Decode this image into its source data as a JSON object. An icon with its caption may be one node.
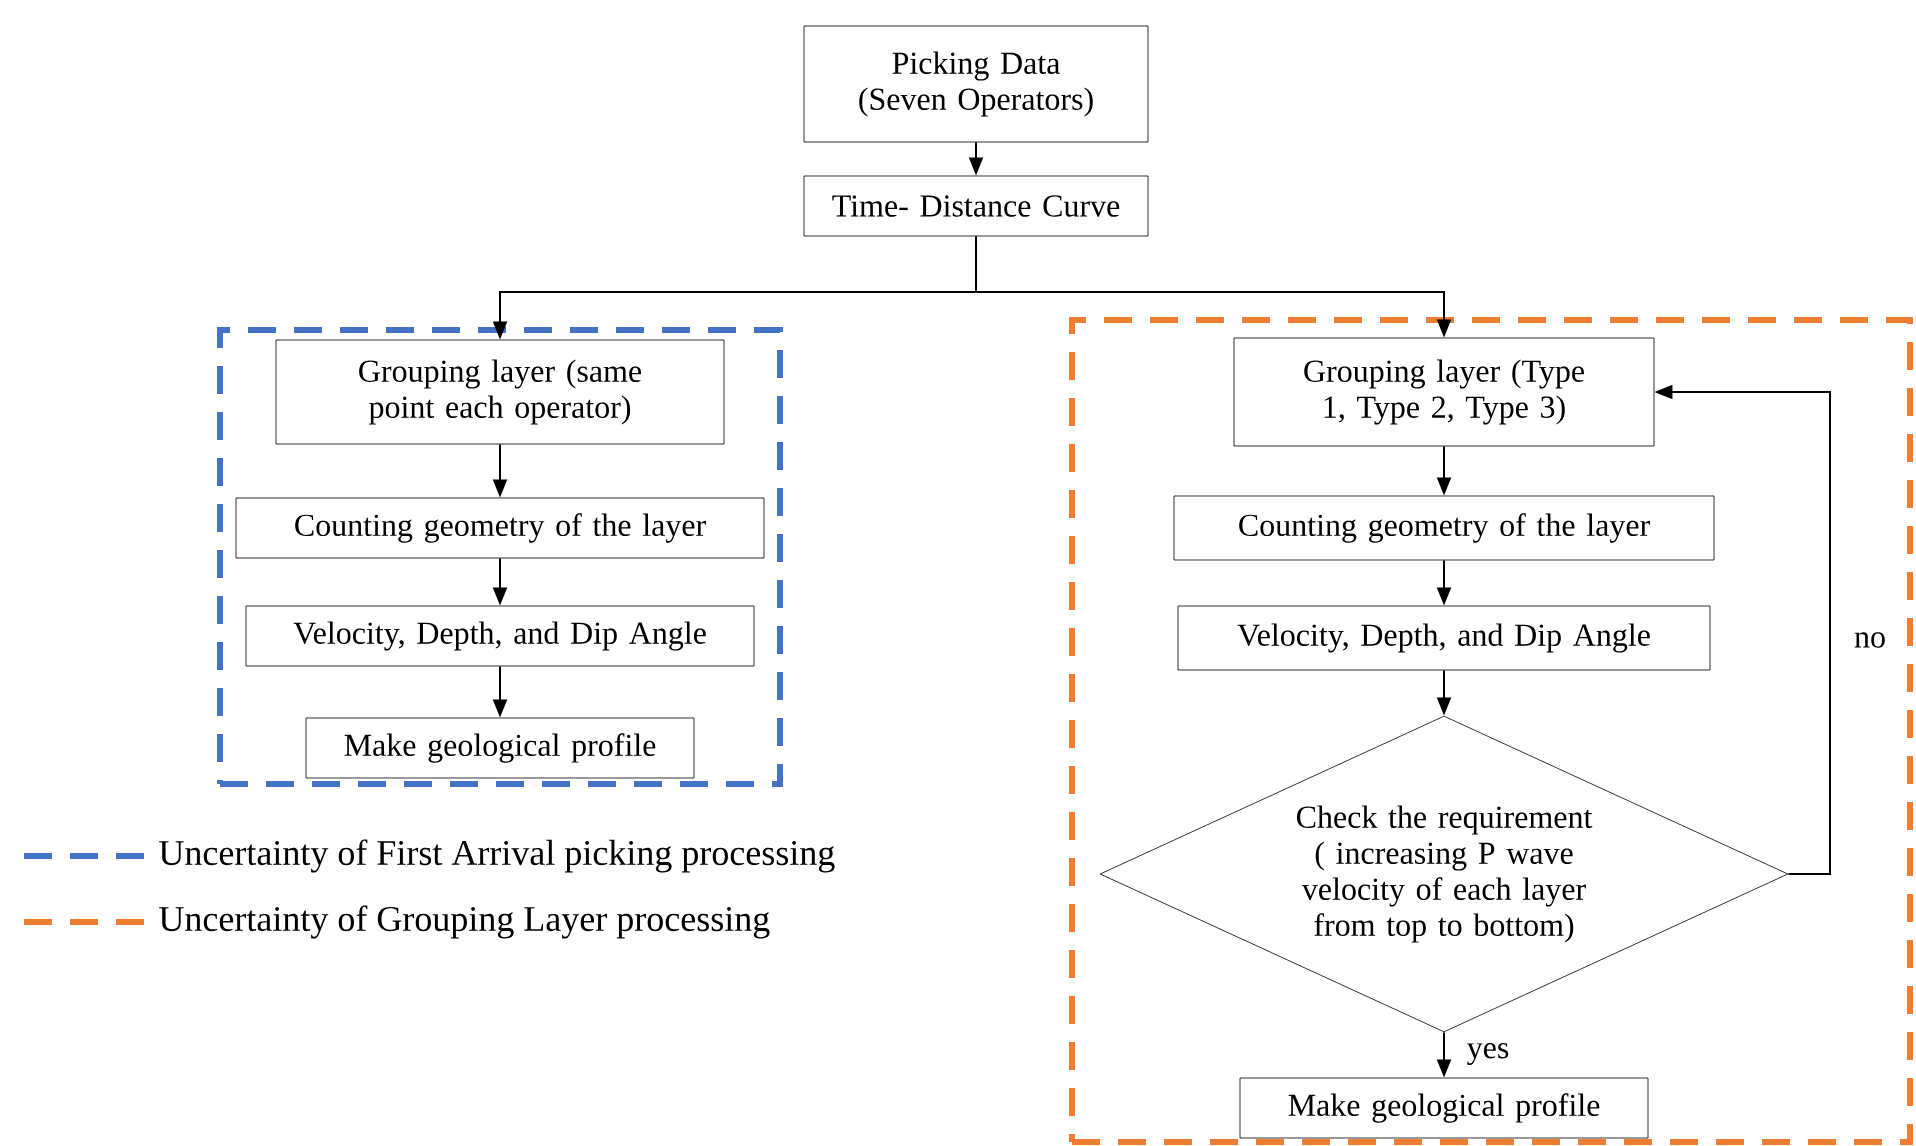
{
  "diagram": {
    "nodes": [
      {
        "text": [
          "Picking Data (Seven Operators)"
        ]
      },
      {
        "text": [
          "Time- Distance Curve"
        ]
      },
      {
        "text": [],
        "shape": "box"
      },
      {
        "text": [
          "Grouping layer (same point each operator)"
        ],
        "in": 2
      },
      {
        "text": [
          "Counting geometry of the layer"
        ],
        "in": 2
      },
      {
        "text": [
          "Velocity, Depth, and Dip Angle"
        ],
        "in": 2
      },
      {
        "text": [
          "Make geological profile"
        ],
        "in": 2
      },
      {
        "text": [],
        "shape": "box"
      },
      {
        "text": [
          "Grouping layer (Type 1, Type 2, Type 3)"
        ],
        "in": 7
      },
      {
        "text": [
          "Counting geometry of the layer"
        ],
        "in": 7
      },
      {
        "text": [
          "Velocity, Depth, and Dip Angle"
        ],
        "in": 7
      },
      {
        "text": [
          "Check the requirement ( increasing P wave velocity of each layer from top to bottom)"
        ],
        "in": 7
      },
      {
        "text": [
          "Make geological profile"
        ],
        "in": 7
      }
    ],
    "edges": [
      {
        "from": 0,
        "to": 1,
        "arrow": "to"
      },
      {
        "from": 1,
        "to": 3,
        "arrow": "to"
      },
      {
        "from": 1,
        "to": 8,
        "arrow": "to"
      },
      {
        "from": 3,
        "to": 4,
        "arrow": "to"
      },
      {
        "from": 4,
        "to": 5,
        "arrow": "to"
      },
      {
        "from": 5,
        "to": 6,
        "arrow": "to"
      },
      {
        "from": 8,
        "to": 9,
        "arrow": "to"
      },
      {
        "from": 9,
        "to": 10,
        "arrow": "to"
      },
      {
        "from": 10,
        "to": 11,
        "arrow": "to"
      },
      {
        "from": 11,
        "to": 12,
        "arrow": "to",
        "label": "yes"
      },
      {
        "from": 11,
        "to": 8,
        "arrow": "to",
        "label": "no"
      }
    ],
    "legend": [
      {
        "text": "Uncertainty of First Arrival picking processing"
      },
      {
        "text": "Uncertainty of Grouping Layer processing"
      }
    ]
  }
}
